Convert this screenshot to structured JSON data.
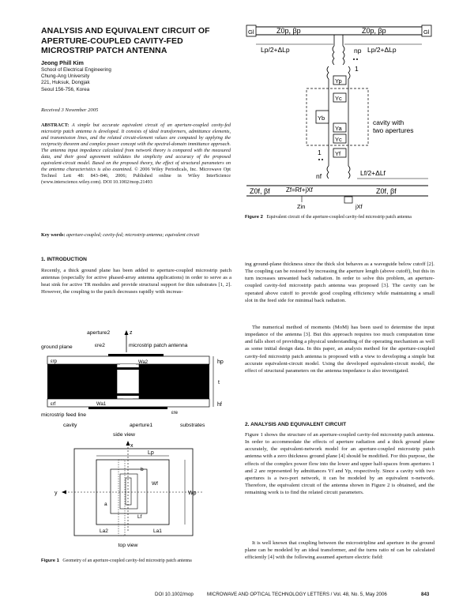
{
  "title": "ANALYSIS AND EQUIVALENT CIRCUIT OF APERTURE-COUPLED CAVITY-FED MICROSTRIP PATCH ANTENNA",
  "author": "Jeong Phill Kim",
  "affiliation": [
    "School of Electrical Engineering",
    "Chung-Ang University",
    "221, Huksuk, Dongjak",
    "Seoul 156-756, Korea"
  ],
  "received": "Received 3 November 2005",
  "abstract": {
    "label": "ABSTRACT:",
    "text": "A simple but accurate equivalent circuit of an aperture-coupled cavity-fed microstrip patch antenna is developed. It consists of ideal transformers, admittance elements, and transmission lines, and the related circuit-element values are computed by applying the reciprocity theorem and complex power concept with the spectral-domain immittance approach. The antenna input impedance calculated from network theory is compared with the measured data, and their good agreement validates the simplicity and accuracy of the proposed equivalent-circuit model. Based on the proposed theory, the effect of structural parameters on the antenna characteristics is also examined.",
    "copyright": "© 2006 Wiley Periodicals, Inc. Microwave Opt Technol Lett 48: 843–846, 2006; Published online in Wiley InterScience (www.interscience.wiley.com). DOI 10.1002/mop.21493"
  },
  "keywords": {
    "label": "Key words:",
    "text": "aperture-coupled; cavity-fed; microstrip antenna; equivalent circuit"
  },
  "section1": {
    "heading": "1. INTRODUCTION",
    "para1": "Recently, a thick ground plane has been added to aperture-coupled microstrip patch antennas (especially for active phased-array antenna applications) in order to serve as a heat sink for active TR modules and provide structural support for thin substrates [1, 2]. However, the coupling to the patch decreases rapidly with increas-"
  },
  "right_col": {
    "para_cont": "ing ground-plane thickness since the thick slot behaves as a waveguide below cutoff [2]. The coupling can be restored by increasing the aperture length (above cutoff), but this in turn increases unwanted back radiation. In order to solve this problem, an aperture-coupled cavity-fed microstrip patch antenna was proposed [3]. The cavity can be operated above cutoff to provide good coupling efficiency while maintaining a small slot in the feed side for minimal back radiation.",
    "para2": "The numerical method of moments (MoM) has been used to determine the input impedance of the antenna [3]. But this approach requires too much computation time and falls short of providing a physical understanding of the operating mechanism as well as some initial design data. In this paper, an analysis method for the aperture-coupled cavity-fed microstrip patch antenna is proposed with a view to developing a simple but accurate equivalent-circuit model. Using the developed equivalent-circuit model, the effect of structural parameters on the antenna impedance is also investigated.",
    "section2_heading": "2. ANALYSIS AND EQUIVALENT CIRCUIT",
    "para3": "Figure 1 shows the structure of an aperture-coupled cavity-fed microstrip patch antenna. In order to accommodate the effects of aperture radiation and a thick ground plane accurately, the equivalent-network model for an aperture-coupled microstrip patch antenna with a zero thickness ground plane [4] should be modified. For this purpose, the effects of the complex power flow into the lower and upper half-spaces from apertures 1 and 2 are represented by admittances Yf and Yp, respectively. Since a cavity with two apertures is a two-port network, it can be modeled by an equivalent π-network. Therefore, the equivalent circuit of the antenna shown in Figure 2 is obtained, and the remaining work is to find the related circuit parameters.",
    "para4": "It is well known that coupling between the microstripline and aperture in the ground plane can be modeled by an ideal transformer, and the turns ratio nf can be calculated efficiently [4] with the following assumed aperture electric field:"
  },
  "figure1": {
    "caption_label": "Figure 1",
    "caption_text": "Geometry of an aperture-coupled cavity-fed microstrip patch antenna",
    "side_view": {
      "view_label": "side view",
      "labels": {
        "aperture2": "aperture2",
        "z": "z",
        "ground_plane": "ground plane",
        "eps_re2": "εre2",
        "patch": "microstrip patch antenna",
        "eps_rp": "εrp",
        "wa2": "Wa2",
        "hp": "hp",
        "t": "t",
        "hf": "hf",
        "eps_rf": "εrf",
        "wa1": "Wa1",
        "eps_re": "εre",
        "feed_line": "microstrip feed line",
        "cavity": "cavity",
        "aperture1": "aperture1",
        "substrates": "substrates"
      }
    },
    "top_view": {
      "view_label": "top view",
      "labels": {
        "x": "x",
        "y": "y",
        "lp": "Lp",
        "b": "b",
        "wf": "Wf",
        "wp": "Wp",
        "a": "a",
        "lf": "Lf",
        "la2": "La2",
        "la1": "La1"
      }
    }
  },
  "figure2": {
    "caption_label": "Figure 2",
    "caption_text": "Equivalent circuit of the aperture-coupled cavity-fed microstrip patch antenna",
    "labels": {
      "gl": "Gl",
      "gr": "Gl",
      "z0p_left": "Z0p, βp",
      "z0p_right": "Z0p, βp",
      "lp_left": "Lp/2+ΔLp",
      "lp_right": "Lp/2+ΔLp",
      "np": "np",
      "one_top": "1",
      "yp": "Yp",
      "yc_top": "Yc",
      "yb": "Yb",
      "ya": "Ya",
      "yc_bot": "Yc",
      "yf": "Yf",
      "cavity": "cavity with",
      "cavity2": "two apertures",
      "one_bot": "1",
      "nf": "nf",
      "lf": "Lf/2+ΔLf",
      "z0f_left": "Z0f, βf",
      "zf": "Zf=Rf+jXf",
      "z0f_right": "Z0f, βf",
      "zin": "Zin",
      "jxf": "jXf"
    }
  },
  "footer": {
    "doi": "DOI 10.1002/mop",
    "journal": "MICROWAVE AND OPTICAL TECHNOLOGY LETTERS / Vol. 48, No. 5, May 2006",
    "page": "843"
  }
}
